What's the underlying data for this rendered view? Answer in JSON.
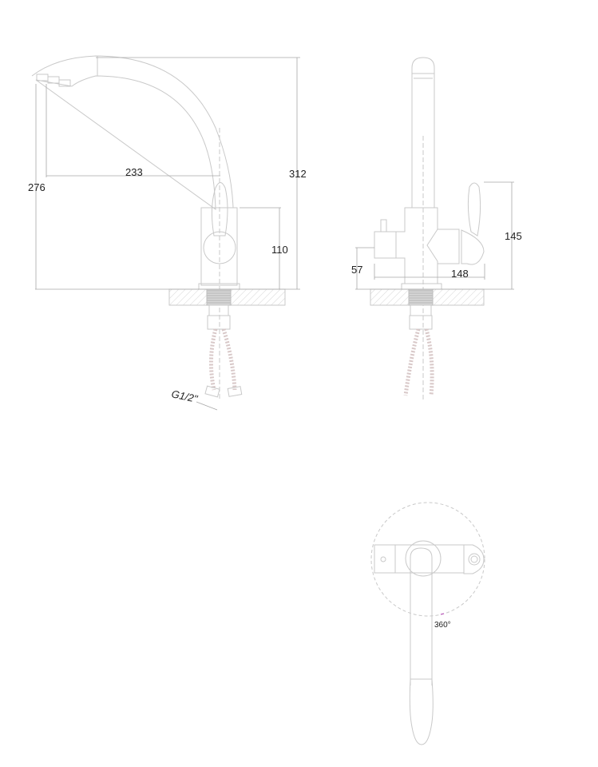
{
  "side_view": {
    "dim_height_total": "312",
    "dim_spout_height": "276",
    "dim_spout_reach": "233",
    "dim_body_height": "110",
    "thread_label": "G1/2\""
  },
  "front_view": {
    "dim_handle_height": "145",
    "dim_valve_height": "57",
    "dim_width": "148"
  },
  "top_view": {
    "rotation_label": "360°"
  }
}
